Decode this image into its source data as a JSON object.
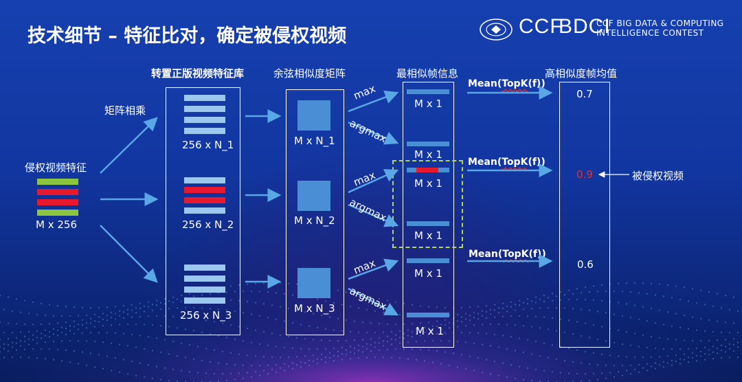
{
  "title": "技术细节 – 特征比对，确定被侵权视频",
  "logo": {
    "abbr1": "CCF",
    "abbr2": "BDCI",
    "line1": "CCF BIG DATA & COMPUTING",
    "line2": "INTELLIGENCE CONTEST"
  },
  "headers": {
    "library": "转置正版视频特征库",
    "cosine": "余弦相似度矩阵",
    "frameinfo": "最相似帧信息",
    "mean": "高相似度帧均值"
  },
  "input": {
    "label": "侵权视频特征",
    "dim": "M x 256"
  },
  "matmul_label": "矩阵相乘",
  "library_dims": [
    "256 x N_1",
    "256 x N_2",
    "256 x N_3"
  ],
  "cosine_dims": [
    "M x N_1",
    "M x N_2",
    "M x N_3"
  ],
  "op_max": "max",
  "op_argmax": "argmax",
  "frame_dims": [
    "M x 1",
    "M x 1",
    "M x 1",
    "M x 1",
    "M x 1",
    "M x 1"
  ],
  "mean_formula": {
    "prefix": "Mean(",
    "func": "TopK",
    "suffix": "(f))"
  },
  "mean_values": [
    "0.7",
    "0.9",
    "0.6"
  ],
  "infringed_label": "被侵权视频",
  "colors": {
    "feature_green": "#8bc43f",
    "feature_red": "#e8192c",
    "highlight_red": "#e03030",
    "dashed_box": "#b6d65a",
    "arrow": "#5aa7e6"
  }
}
